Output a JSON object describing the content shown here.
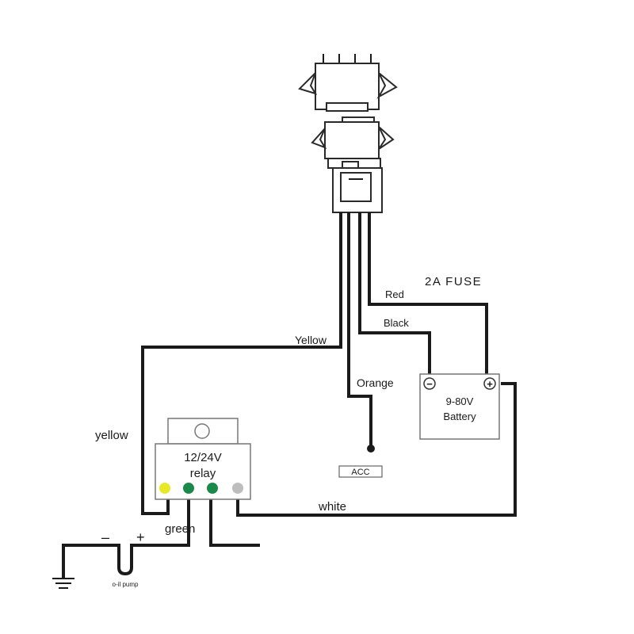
{
  "labels": {
    "fuse": "2A FUSE",
    "red": "Red",
    "black": "Black",
    "yellow_upper": "Yellow",
    "yellow_left": "yellow",
    "orange": "Orange",
    "white": "white",
    "green": "green",
    "minus": "–",
    "plus": "+",
    "oil_pump": "o-il pump",
    "acc": "ACC"
  },
  "relay": {
    "voltage": "12/24V",
    "name": "relay",
    "pin_colors": [
      "#e8e826",
      "#1a8a4a",
      "#1a8a4a",
      "#bdbdbd"
    ]
  },
  "battery": {
    "voltage": "9-80V",
    "name": "Battery",
    "neg_symbol": "−",
    "pos_symbol": "+"
  }
}
